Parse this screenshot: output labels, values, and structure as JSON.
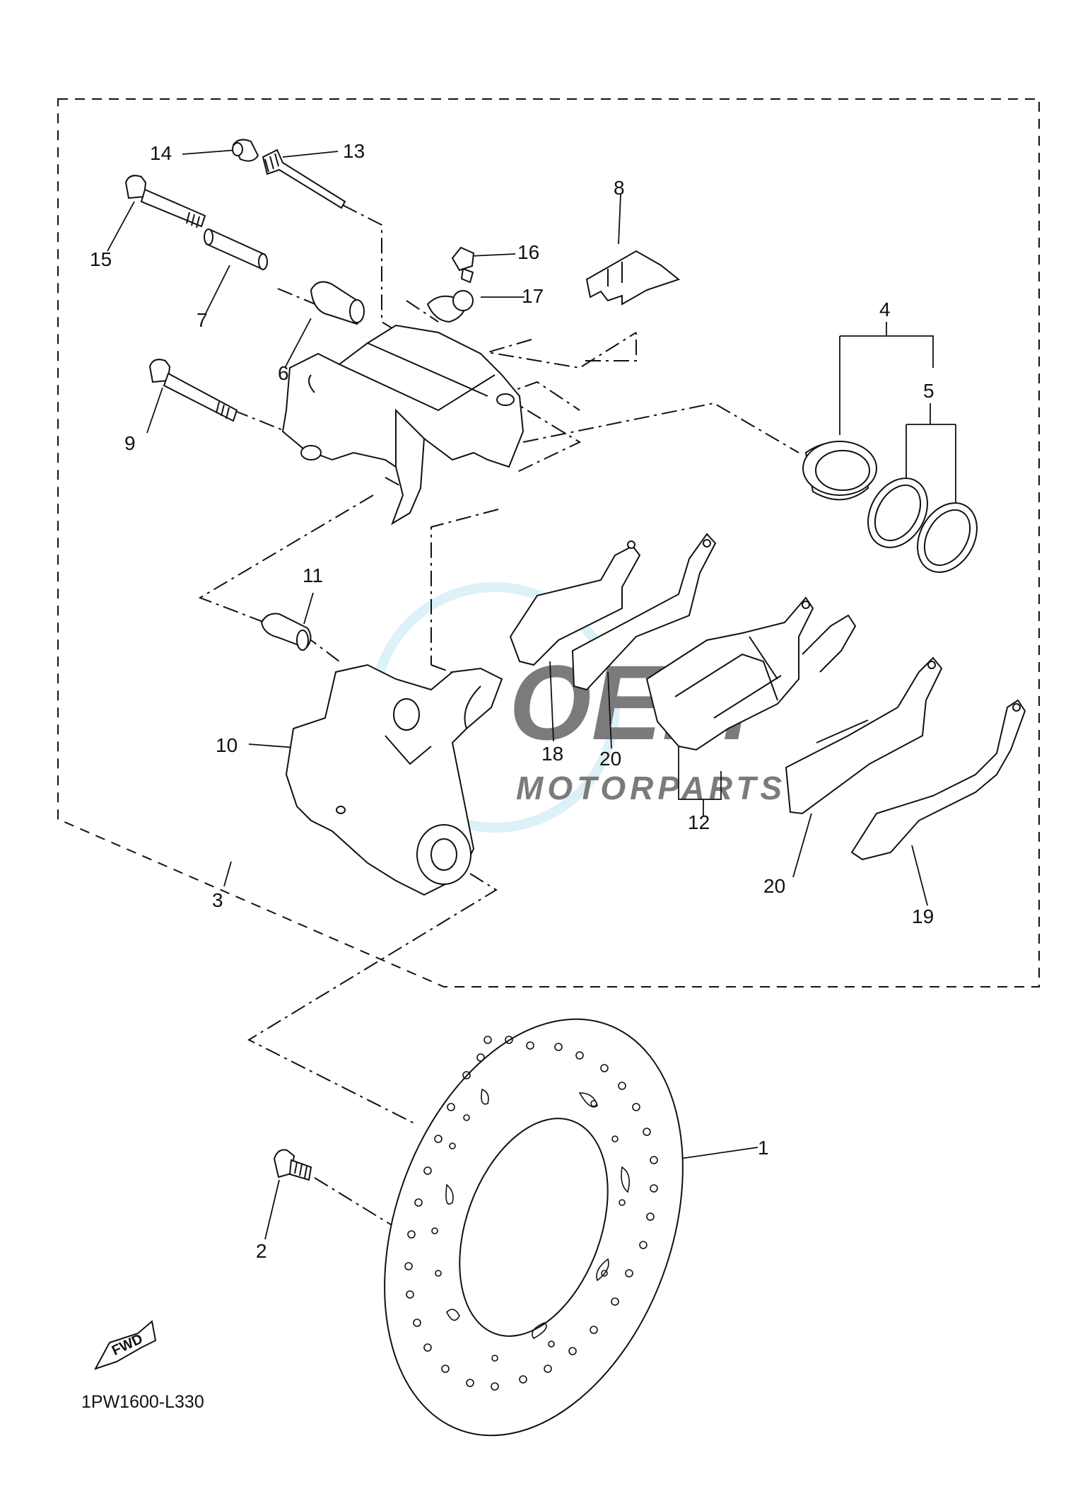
{
  "diagram_code": "1PW1600-L330",
  "fwd_label": "FWD",
  "watermark": {
    "brand": "OEM",
    "sub": "MOTORPARTS",
    "color": "#bfe6f2"
  },
  "line_color": "#111111",
  "callouts": [
    {
      "id": "1",
      "text": "1"
    },
    {
      "id": "2",
      "text": "2"
    },
    {
      "id": "3",
      "text": "3"
    },
    {
      "id": "4",
      "text": "4"
    },
    {
      "id": "5",
      "text": "5"
    },
    {
      "id": "6",
      "text": "6"
    },
    {
      "id": "7",
      "text": "7"
    },
    {
      "id": "8",
      "text": "8"
    },
    {
      "id": "9",
      "text": "9"
    },
    {
      "id": "10",
      "text": "10"
    },
    {
      "id": "11",
      "text": "11"
    },
    {
      "id": "12",
      "text": "12"
    },
    {
      "id": "13",
      "text": "13"
    },
    {
      "id": "14",
      "text": "14"
    },
    {
      "id": "15",
      "text": "15"
    },
    {
      "id": "16",
      "text": "16"
    },
    {
      "id": "17",
      "text": "17"
    },
    {
      "id": "18",
      "text": "18"
    },
    {
      "id": "19",
      "text": "19"
    },
    {
      "id": "20a",
      "text": "20"
    },
    {
      "id": "20b",
      "text": "20"
    }
  ]
}
